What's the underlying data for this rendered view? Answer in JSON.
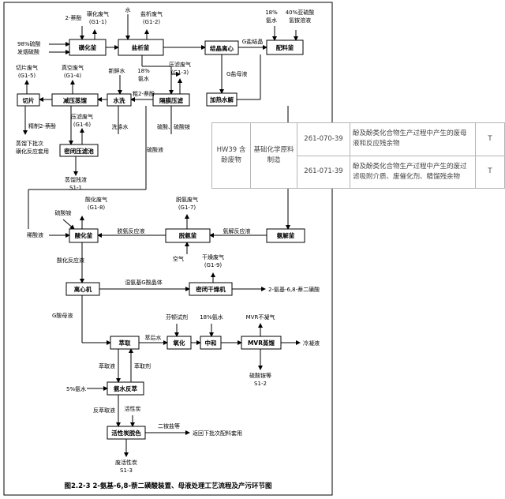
{
  "caption": "图2.2-3  2-氨基-6,8-萘二磺酸装置、母液处理工艺流程及产污环节图",
  "nodes": {
    "sulfonation": "磺化釜",
    "salting": "盐析釜",
    "cryst_sep": "结晶离心",
    "mix_tank": "配料釜",
    "slice": "切片",
    "vac_dist": "减压蒸馏",
    "wash": "水洗",
    "membrane": "隔膜压滤",
    "hydrolysis": "加热水解",
    "sealed_press": "密闭压滤池",
    "acidify": "酸化釜",
    "deamination": "脱氨釜",
    "ammonia_split": "氨解釜",
    "centrifuge": "离心机",
    "dryer": "密闭干燥机",
    "extract": "萃取",
    "oxidation": "氧化",
    "neutral": "中和",
    "mvr": "MVR蒸馏",
    "ammonia_back": "氨水反萃",
    "carbon": "活性炭脱色"
  },
  "labels": {
    "naphthol": "2-萘酚",
    "sulf_gas": "磺化废气",
    "g1_1": "(G1-1)",
    "water_top": "水",
    "salt_gas": "盐析废气",
    "g1_2": "(G1-2)",
    "ammonia18_top_a": "18%",
    "ammonia18_top_b": "氨水",
    "sulfite_a": "40%亚硫酸",
    "sulfite_b": "氢铵溶液",
    "h2so4": "98%硫酸",
    "oleum": "发烟硫酸",
    "g_salt_crystal": "G盐结晶",
    "g_salt_mother": "G盐母液",
    "fresh_water": "新鲜水",
    "press_gas": "压滤废气",
    "g1_3": "(G1-3)",
    "ammonia18_mid_a": "18%",
    "ammonia18_mid_b": "氨水",
    "slice_gas": "切片废气",
    "g1_5": "(G1-5)",
    "vac_gas": "真空废气",
    "g1_4": "(G1-4)",
    "crude_naphthol": "粗2-萘酚",
    "refined": "精制2-萘酚",
    "sales": "蒸馏下批次",
    "sales2": "磺化反应套用",
    "press_gas2": "压滤废气",
    "g1_6": "(G1-6)",
    "wash_water": "洗涤水",
    "sulfate": "硫酸、硫酸铵",
    "residue": "蒸馏残渣",
    "s1_1": "S1-1",
    "sulfate_liquor": "硫酸液",
    "acid_gas": "酸化废气",
    "g1_8": "(G1-8)",
    "ammonium_bisulfate": "硫酸铵",
    "deam_gas": "脱氨废气",
    "g1_7": "(G1-7)",
    "waste_acid": "稀酸液",
    "deam_reaction": "脱氨反应液",
    "ammonia_reaction": "氨解反应液",
    "air": "空气",
    "dry_gas": "干燥废气",
    "g1_9": "(G1-9)",
    "acid_reaction": "酸化反应液",
    "wet_product": "湿氨基G酸晶体",
    "product": "2-氨基-6,8-萘二磺酸",
    "g_acid_mother": "G酸母液",
    "extractant_after": "萃后水",
    "oxidant": "芬顿试剂",
    "ammonia18_low": "18%氨水",
    "mvr_gas": "MVR不凝气",
    "cond_water": "冷凝液",
    "ammonium_sulfate": "硫酸铵等",
    "s1_2": "S1-2",
    "extract_phase": "萃取液",
    "extract_agent": "萃取剂",
    "ammonia5": "5%氨水",
    "back_extract": "反萃取液",
    "active_carbon": "活性炭",
    "salt_etc": "二铵盐等",
    "reuse": "返回下批次配料套用",
    "spent_carbon": "废活性炭",
    "s1_3": "S1-3"
  },
  "table": {
    "category": "HW39 含酚废物",
    "industry": "基础化学原料制造",
    "rows": [
      {
        "code": "261-070-39",
        "description": "酚及酚类化合物生产过程中产生的废母液和反应残余物",
        "hazard": "T"
      },
      {
        "code": "261-071-39",
        "description": "酚及酚类化合物生产过程中产生的废过滤吸附介质、废催化剂、精馏残余物",
        "hazard": "T"
      }
    ]
  }
}
